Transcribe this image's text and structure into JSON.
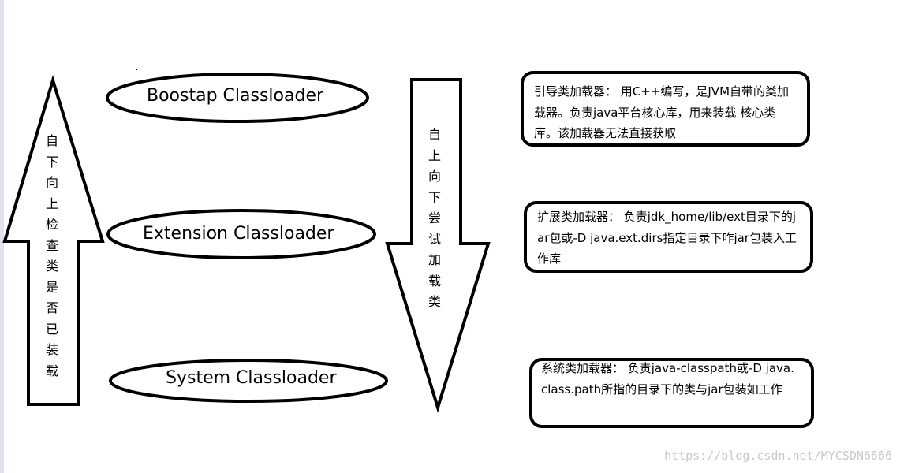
{
  "loaders": {
    "bootstrap": "Boostap Classloader",
    "extension": "Extension Classloader",
    "system": "System Classloader"
  },
  "arrows": {
    "up_chars": [
      "自",
      "下",
      "向",
      "上",
      "检",
      "查",
      "类",
      "是",
      "否",
      "已",
      "装",
      "载"
    ],
    "down_chars": [
      "自",
      "上",
      "向",
      "下",
      "尝",
      "试",
      "加",
      "载",
      "类"
    ]
  },
  "descriptions": {
    "bootstrap": "引导类加载器：  用C++编写，是JVM自带的类加载器。负责java平台核心库，用来装载 核心类库。该加载器无法直接获取",
    "extension": "扩展类加载器：  负责jdk_home/lib/ext目录下的jar包或-D java.ext.dirs指定目录下咋jar包装入工作库",
    "system": "系统类加载器：  负责java-classpath或-D java.class.path所指的目录下的类与jar包装如工作"
  },
  "watermark": "https://blog.csdn.net/MYCSDN6666",
  "colors": {
    "stroke": "#000000",
    "background": "#ffffff",
    "watermark": "#c9c9c9",
    "edge_bar": "#dfe3ec"
  }
}
